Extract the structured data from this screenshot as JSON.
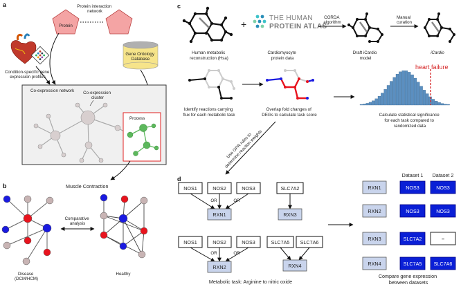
{
  "panel_a": {
    "letter": "a",
    "ppi_label": "Protein interaction\nnetwork",
    "protein_label": "Protein",
    "go_label": "Gene Ontology\nDatabase",
    "gene_profiles_label": "Condition-specific gene\nexpression profiles",
    "coexpr_network_label": "Co-expression network",
    "coexpr_cluster_label": "Co-expression\ncluster",
    "process_label": "Process",
    "muscle_label": "Muscle Contraction"
  },
  "panel_b": {
    "letter": "b",
    "comparative_label": "Comparative\nanalysis",
    "disease_label": "Disease\n(DCM/HCM)",
    "healthy_label": "Healthy"
  },
  "panel_c": {
    "letter": "c",
    "hpa_line1": "THE HUMAN",
    "hpa_line2": "PROTEIN ATLAS",
    "corda_label": "CORDA\nalgorithm",
    "manual_label": "Manual\ncuration",
    "human_recon_label": "Human metabolic\nreconstruction (Hsa)",
    "cardio_label": "Cardiomyocyte\nprotein data",
    "draft_label": "Draft iCardio\nmodel",
    "icardio_label": "iCardio",
    "heart_failure_label": "heart failure",
    "identify_label": "Identify reactions carrying\nflux for each metabolic task",
    "overlap_label": "Overlap fold changes of\nDEGs to calculate task score",
    "calc_label": "Calculate statistical significance\nfor each task compared to\nrandomized data",
    "gpr_label": "Use GPR rules to\ndetermine reaction weights"
  },
  "panel_d": {
    "letter": "d",
    "genes_top": [
      "NOS1",
      "NOS2",
      "NOS3"
    ],
    "gene_slc7a2": "SLC7A2",
    "or_label": "OR",
    "rxn1": "RXN1",
    "rxn3": "RXN3",
    "genes_bottom": [
      "NOS1",
      "NOS2",
      "NOS3"
    ],
    "genes_slc": [
      "SLC7A5",
      "SLC7A6"
    ],
    "rxn2": "RXN2",
    "rxn4": "RXN4",
    "task_label": "Metabolic task: Arginine to nitric oxide",
    "dataset1_label": "Dataset 1",
    "dataset2_label": "Dataset 2",
    "table_rows": [
      {
        "rxn": "RXN1",
        "d1": "NOS3",
        "d2": "NOS3"
      },
      {
        "rxn": "RXN2",
        "d1": "NOS3",
        "d2": "NOS3"
      },
      {
        "rxn": "RXN3",
        "d1": "SLC7A2",
        "d2": "–"
      },
      {
        "rxn": "RXN4",
        "d1": "SLC7A5",
        "d2": "SLC7A6"
      }
    ],
    "compare_label": "Compare gene expression\nbetween datasets"
  },
  "colors": {
    "blue_box": "#0a1fd6",
    "rxn_box": "#c9d4ec",
    "protein_pink": "#f4a4a4",
    "heart_failure_red": "#d62728",
    "network_red": "#e8141e",
    "network_blue": "#1a1ae0",
    "network_grey": "#c8b4b4",
    "process_green": "#5cb85c",
    "histogram": "#5b8fc0"
  }
}
